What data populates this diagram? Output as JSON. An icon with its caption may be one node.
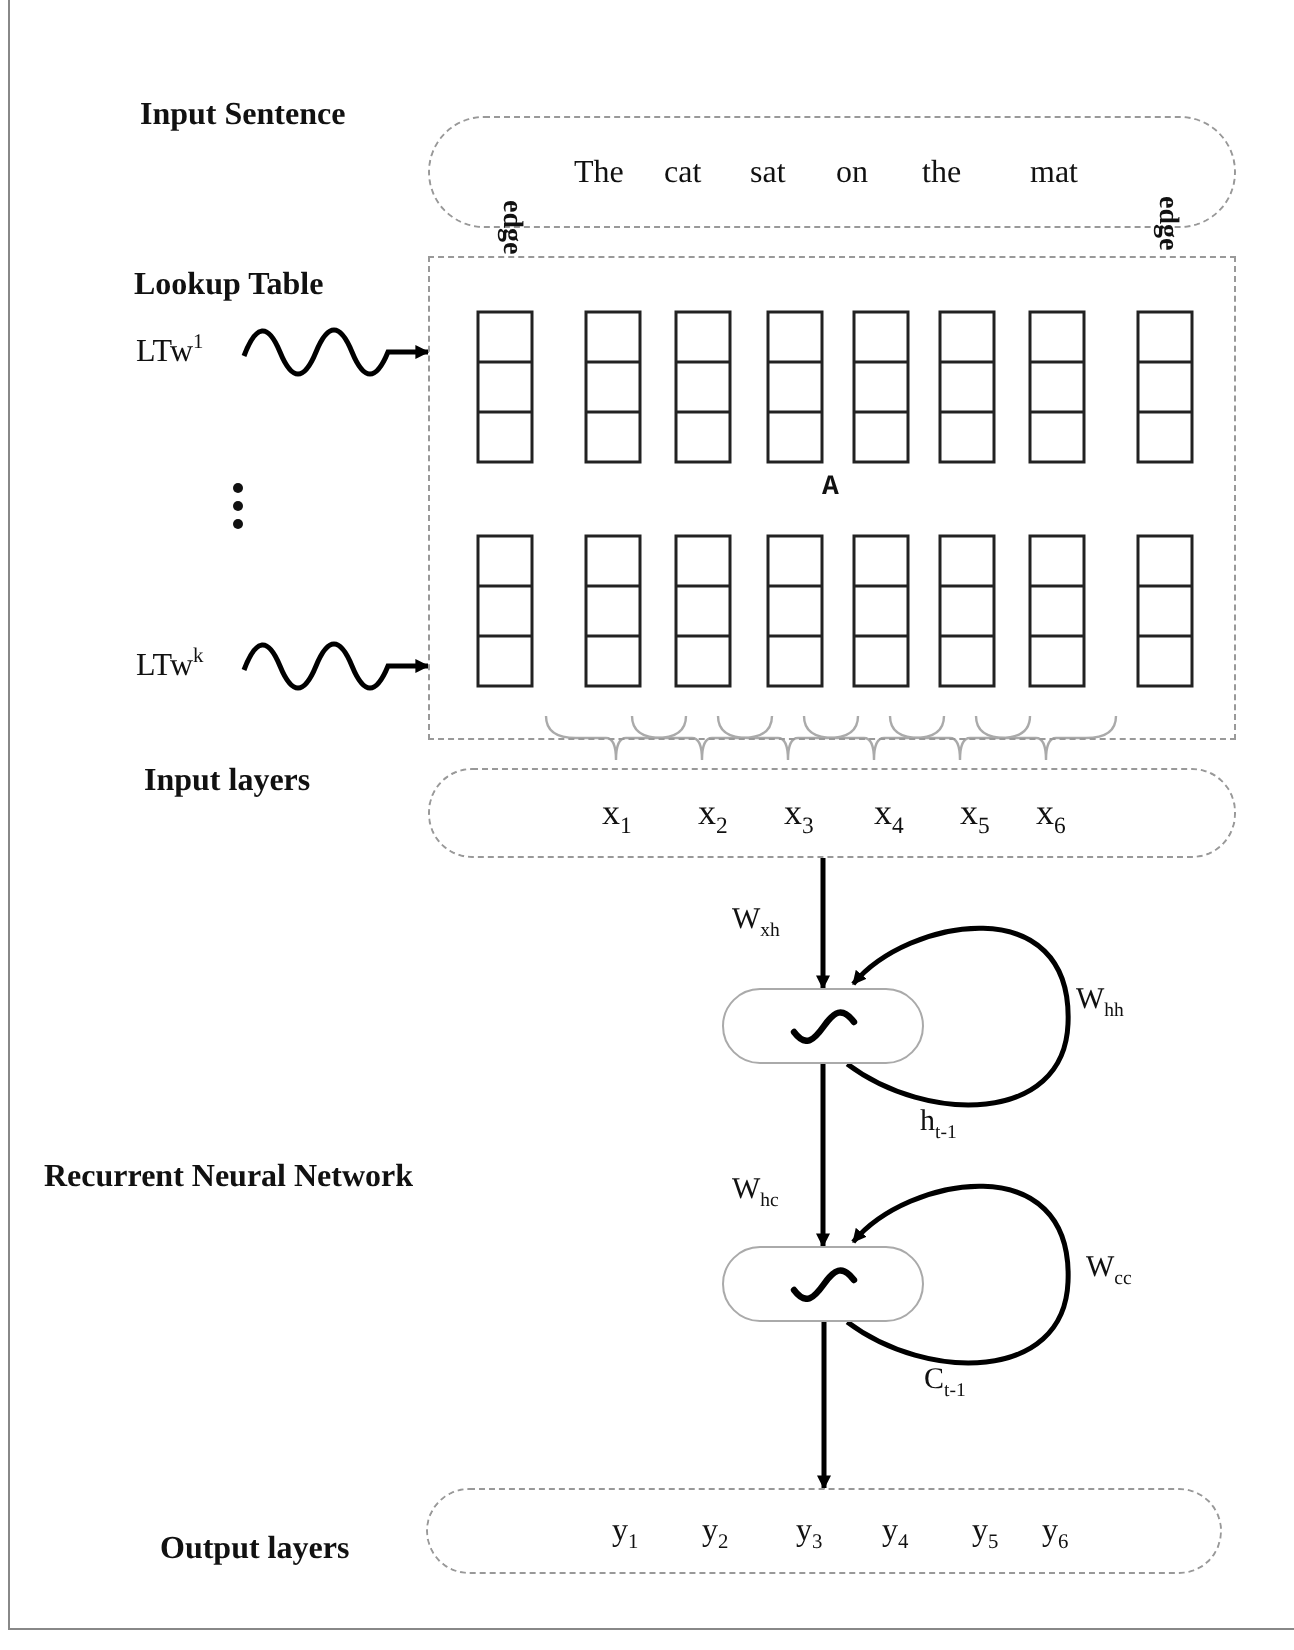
{
  "diagram": {
    "nodes": [
      {
        "text": [
          "The",
          "cat",
          "sat",
          "on",
          "the",
          "mat"
        ]
      },
      {
        "text": [
          "A"
        ]
      },
      {
        "text": [
          "LTw$^{1}$"
        ]
      },
      {
        "text": [
          "LTw$^{k}$"
        ]
      },
      {
        "text": [
          "x$_{1}$",
          "x$_{2}$",
          "x$_{3}$",
          "x$_{4}$",
          "x$_{5}$",
          "x$_{6}$"
        ]
      },
      {
        "text": [],
        "shape": "box"
      },
      {
        "text": [],
        "shape": "box"
      },
      {
        "text": [
          "y$_{1}$",
          "y$_{2}$",
          "y$_{3}$",
          "y$_{4}$",
          "y$_{5}$",
          "y$_{6}$"
        ]
      }
    ],
    "edges": [
      {
        "from": 2,
        "to": 1,
        "arrow": "to"
      },
      {
        "from": 3,
        "to": 1,
        "arrow": "to"
      },
      {
        "from": 4,
        "to": 5,
        "arrow": "to",
        "label": "W$_{xh}$"
      },
      {
        "from": 5,
        "to": 5,
        "arrow": "to",
        "label": "W$_{hh}$"
      },
      {
        "from": 5,
        "to": 6,
        "arrow": "to",
        "label": "W$_{hc}$"
      },
      {
        "from": 6,
        "to": 6,
        "arrow": "to",
        "label": "W$_{cc}$"
      },
      {
        "from": 6,
        "to": 7,
        "arrow": "to"
      }
    ],
    "labels": [
      "Input Sentence",
      "edge",
      "edge",
      "Lookup Table",
      "Input layers",
      "h$_{t-1}$",
      "Recurrent Neural Network",
      "C$_{t-1}$",
      "Output layers"
    ]
  }
}
